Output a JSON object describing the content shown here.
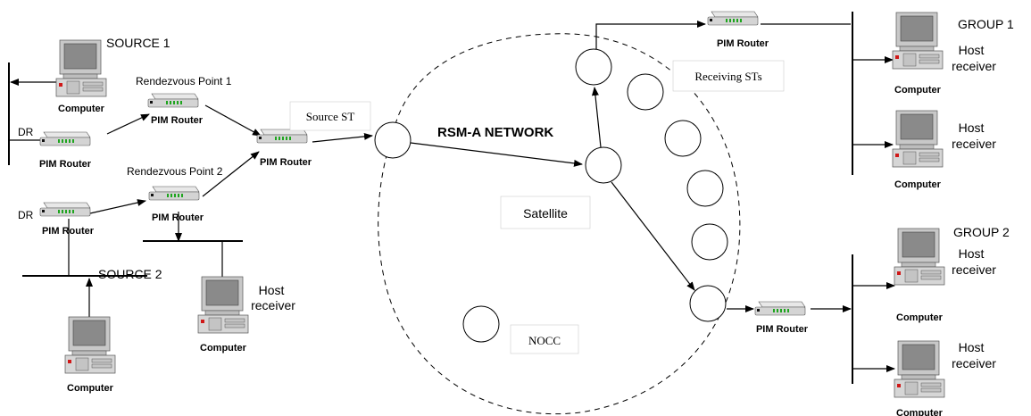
{
  "labels": {
    "source1": "SOURCE 1",
    "source2": "SOURCE 2",
    "group1": "GROUP 1",
    "group2": "GROUP 2",
    "rp1": "Rendezvous Point 1",
    "rp2": "Rendezvous Point 2",
    "dr": "DR",
    "pim_router": "PIM Router",
    "computer": "Computer",
    "host": "Host",
    "receiver": "receiver",
    "source_st": "Source ST",
    "receiving_sts": "Receiving STs",
    "network": "RSM-A NETWORK",
    "satellite": "Satellite",
    "nocc": "NOCC"
  },
  "icons": {
    "router": "router-icon",
    "computer": "computer-icon",
    "terminal": "satellite-terminal-icon"
  }
}
